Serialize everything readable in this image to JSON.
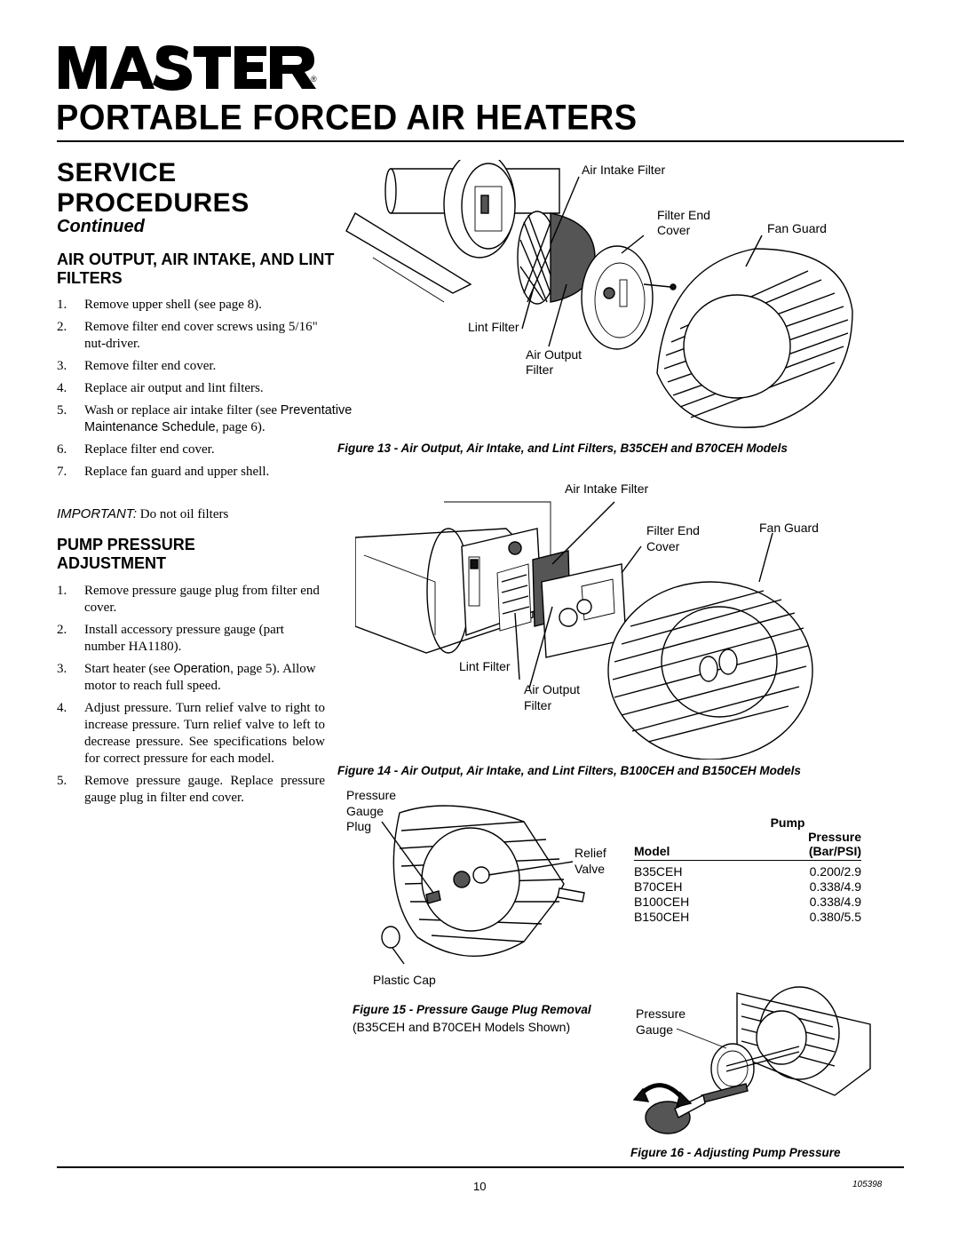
{
  "brand": {
    "logo_text": "MASTER",
    "registered": "®"
  },
  "header": {
    "title": "PORTABLE FORCED AIR HEATERS"
  },
  "section": {
    "title_line1": "SERVICE",
    "title_line2": "PROCEDURES",
    "continued": "Continued"
  },
  "filters": {
    "heading": "AIR OUTPUT, AIR INTAKE, AND LINT FILTERS",
    "steps": [
      {
        "num": "1.",
        "text": "Remove upper shell (see page 8)."
      },
      {
        "num": "2.",
        "text": "Remove filter end cover screws using 5/16\" nut-driver."
      },
      {
        "num": "3.",
        "text": "Remove filter end cover."
      },
      {
        "num": "4.",
        "text": "Replace air output and lint filters."
      },
      {
        "num": "5.",
        "text_a": "Wash or replace air intake filter (see ",
        "text_b": "Preventative Maintenance Schedule,",
        "text_c": " page 6)."
      },
      {
        "num": "6.",
        "text": "Replace filter end cover."
      },
      {
        "num": "7.",
        "text": "Replace fan guard and upper shell."
      }
    ],
    "important_label": "IMPORTANT:",
    "important_text": " Do not oil filters"
  },
  "pump": {
    "heading": "PUMP PRESSURE ADJUSTMENT",
    "steps": [
      {
        "num": "1.",
        "text": "Remove pressure gauge plug from filter end cover."
      },
      {
        "num": "2.",
        "text": "Install accessory pressure gauge (part number HA1180)."
      },
      {
        "num": "3.",
        "text_a": "Start heater (see ",
        "text_b": "Operation,",
        "text_c": " page 5). Allow motor to reach full speed."
      },
      {
        "num": "4.",
        "text": "Adjust pressure. Turn relief valve to right to increase pressure. Turn relief valve to left to decrease pressure. See specifications below for correct pressure for each model."
      },
      {
        "num": "5.",
        "text": "Remove pressure gauge. Replace pressure gauge plug in filter end cover."
      }
    ]
  },
  "figure13": {
    "labels": {
      "air_intake_filter": "Air Intake Filter",
      "filter_end_cover_1": "Filter End",
      "filter_end_cover_2": "Cover",
      "fan_guard": "Fan Guard",
      "lint_filter": "Lint Filter",
      "air_output_filter_1": "Air Output",
      "air_output_filter_2": "Filter"
    },
    "caption": "Figure 13 - Air Output, Air Intake, and Lint Filters, B35CEH and B70CEH  Models"
  },
  "figure14": {
    "labels": {
      "air_intake_filter": "Air Intake Filter",
      "filter_end_cover_1": "Filter End",
      "filter_end_cover_2": "Cover",
      "fan_guard": "Fan Guard",
      "lint_filter": "Lint Filter",
      "air_output_filter_1": "Air Output",
      "air_output_filter_2": "Filter"
    },
    "caption": "Figure 14 - Air Output, Air Intake, and Lint Filters, B100CEH and B150CEH  Models"
  },
  "figure15": {
    "labels": {
      "pressure_gauge_plug_1": "Pressure",
      "pressure_gauge_plug_2": "Gauge",
      "pressure_gauge_plug_3": "Plug",
      "relief_valve_1": "Relief",
      "relief_valve_2": "Valve",
      "plastic_cap": "Plastic Cap"
    },
    "caption": "Figure 15 - Pressure Gauge Plug Removal",
    "caption_sub": "(B35CEH and B70CEH Models Shown)"
  },
  "pressure_table": {
    "header_model": "Model",
    "header_pressure_1": "Pump",
    "header_pressure_2": "Pressure",
    "header_pressure_3": "(Bar/PSI)",
    "rows": [
      {
        "model": "B35CEH",
        "pressure": "0.200/2.9"
      },
      {
        "model": "B70CEH",
        "pressure": "0.338/4.9"
      },
      {
        "model": "B100CEH",
        "pressure": "0.338/4.9"
      },
      {
        "model": "B150CEH",
        "pressure": "0.380/5.5"
      }
    ]
  },
  "figure16": {
    "labels": {
      "pressure_gauge_1": "Pressure",
      "pressure_gauge_2": "Gauge"
    },
    "caption": "Figure 16 - Adjusting Pump Pressure"
  },
  "footer": {
    "page_number": "10",
    "doc_number": "105398"
  }
}
